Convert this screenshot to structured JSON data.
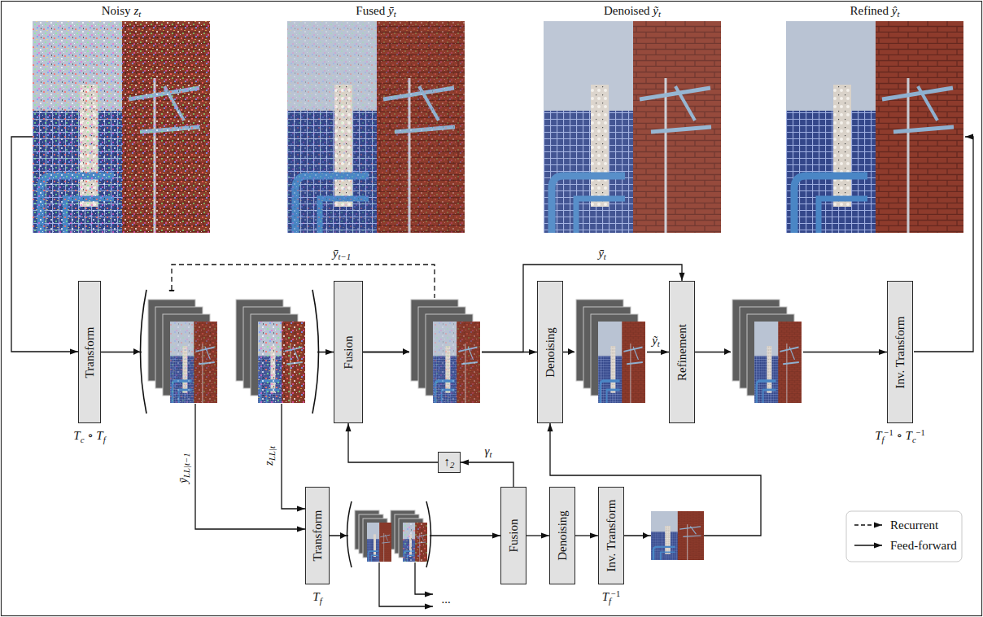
{
  "diagram": {
    "nodes": [
      {
        "text": [
          "Transform",
          "Tc ∘ Tf"
        ]
      },
      {
        "text": [
          "Fusion"
        ]
      },
      {
        "text": [
          "Denoising"
        ]
      },
      {
        "text": [
          "Refinement"
        ]
      },
      {
        "text": [
          "Inv. Transform",
          "Tf−1 ∘ Tc−1"
        ]
      },
      {
        "text": [
          "↑2"
        ]
      },
      {
        "text": [
          "Transform",
          "Tf"
        ]
      },
      {
        "text": [
          "Fusion"
        ]
      },
      {
        "text": [
          "Denoising"
        ]
      },
      {
        "text": [
          "Inv. Transform",
          "Tf−1"
        ]
      }
    ],
    "edges": [
      {
        "from": 0,
        "to": 1,
        "arrow": "to"
      },
      {
        "from": 1,
        "to": 2,
        "arrow": "to"
      },
      {
        "from": 2,
        "to": 3,
        "arrow": "to",
        "label": "ỹt"
      },
      {
        "from": 3,
        "to": 4,
        "arrow": "to"
      },
      {
        "from": 1,
        "to": 3,
        "arrow": "to",
        "label": "ȳt"
      },
      {
        "from": 6,
        "to": 7,
        "arrow": "to"
      },
      {
        "from": 7,
        "to": 8,
        "arrow": "to"
      },
      {
        "from": 8,
        "to": 9,
        "arrow": "to"
      },
      {
        "from": 9,
        "to": 2,
        "arrow": "to"
      },
      {
        "from": 7,
        "to": 5,
        "arrow": "to",
        "label": "γt"
      },
      {
        "from": 5,
        "to": 1,
        "arrow": "to"
      }
    ],
    "labels": [
      "Noisy zt",
      "Fused ȳt",
      "Denoised ỹt",
      "Refined ŷt",
      "ȳt−1",
      "ȳLL|t−1",
      "zLL|t",
      "..."
    ],
    "legend": [
      {
        "text": "Recurrent"
      },
      {
        "text": "Feed-forward"
      }
    ]
  }
}
